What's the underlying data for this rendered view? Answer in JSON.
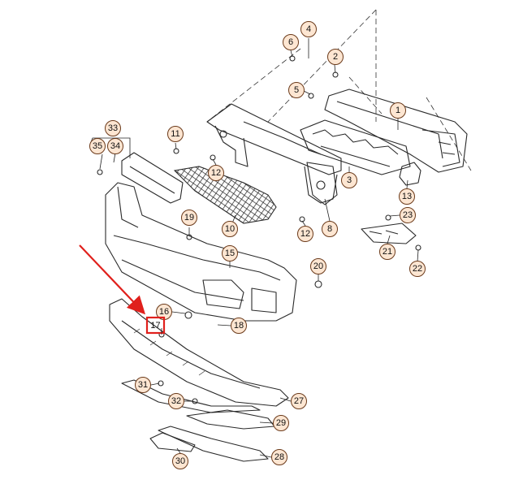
{
  "diagram": {
    "callouts": [
      "1",
      "2",
      "3",
      "4",
      "5",
      "6",
      "8",
      "10",
      "11",
      "12",
      "12",
      "13",
      "15",
      "16",
      "18",
      "19",
      "20",
      "21",
      "22",
      "23",
      "27",
      "28",
      "29",
      "30",
      "31",
      "32",
      "33",
      "34",
      "35"
    ],
    "highlighted_callout": "17",
    "colors": {
      "callout_fill": "#fde6d2",
      "callout_stroke": "#6b3a1a",
      "highlight": "#e0201c",
      "line": "#2a2a2a"
    }
  }
}
